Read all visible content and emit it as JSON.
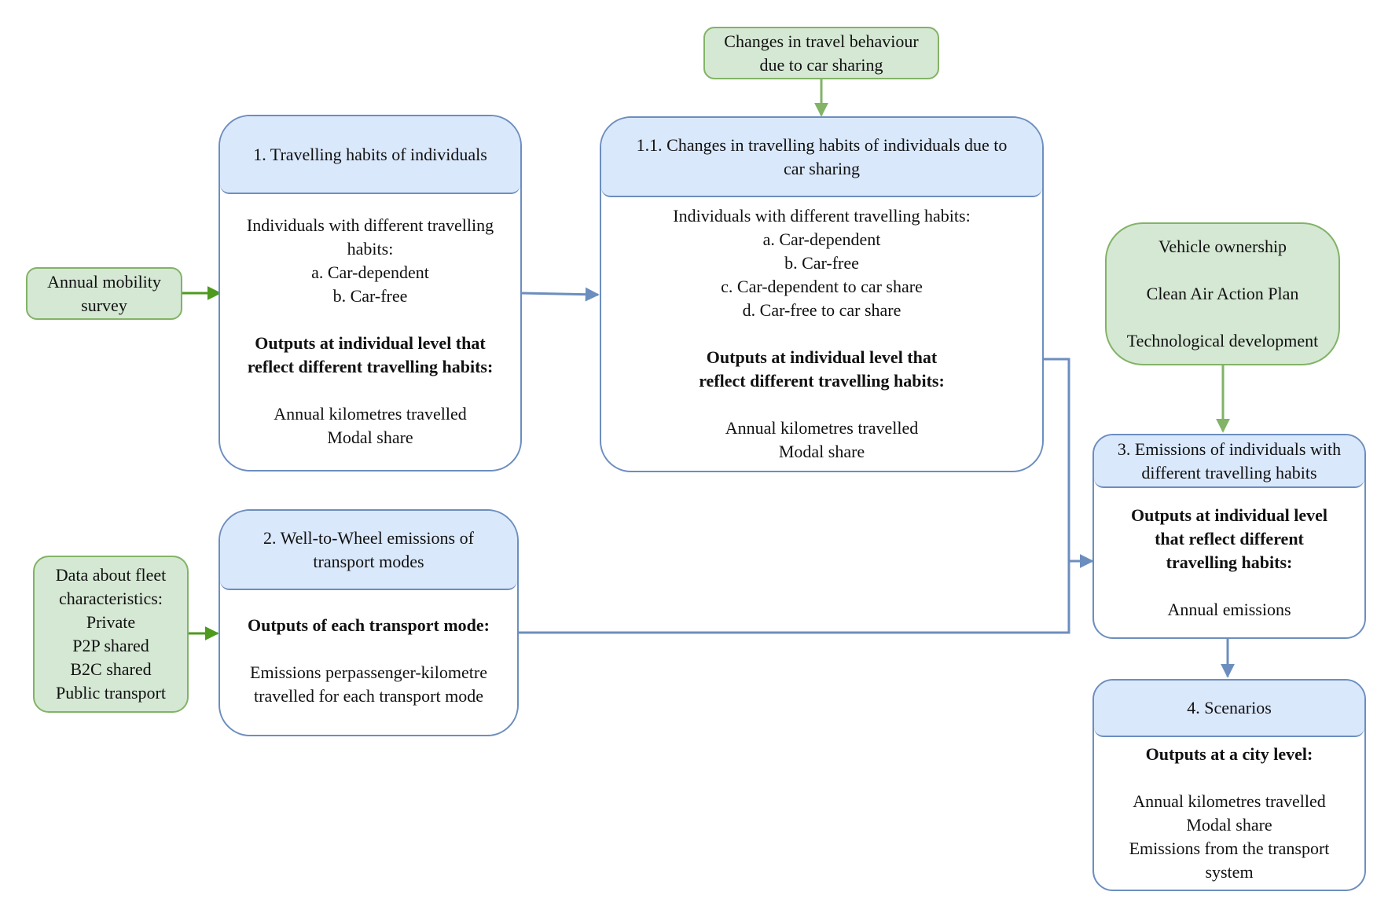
{
  "colors": {
    "green_fill": "#d5e8d4",
    "green_stroke": "#82b366",
    "blue_fill": "#dae8fc",
    "blue_stroke": "#6c8ebf"
  },
  "inputs": {
    "annual_mobility_survey": [
      "Annual mobility",
      "survey"
    ],
    "changes_travel_behaviour": [
      "Changes in travel behaviour",
      "due to car sharing"
    ],
    "external_factors": [
      "Vehicle ownership",
      "Clean Air Action Plan",
      "Technological development"
    ],
    "fleet_data": [
      "Data about fleet",
      "characteristics:",
      "Private",
      "P2P shared",
      "B2C shared",
      "Public transport"
    ]
  },
  "boxes": {
    "travelling_habits": {
      "title": "1. Travelling habits of individuals",
      "list": [
        "Individuals with different travelling",
        "habits:",
        "a. Car-dependent",
        "b. Car-free"
      ],
      "outputs_label": [
        "Outputs at individual level that",
        "reflect different travelling habits:"
      ],
      "outputs": [
        "Annual kilometres travelled",
        "Modal share"
      ]
    },
    "changes_habits": {
      "title": [
        "1.1. Changes in travelling habits of individuals due to",
        "car sharing"
      ],
      "list": [
        "Individuals with different travelling habits:",
        "a. Car-dependent",
        "b. Car-free",
        "c. Car-dependent to car share",
        "d. Car-free to car share"
      ],
      "outputs_label": [
        "Outputs at individual level that",
        "reflect different travelling habits:"
      ],
      "outputs": [
        "Annual kilometres travelled",
        "Modal share"
      ]
    },
    "wtw_emissions": {
      "title": [
        "2. Well-to-Wheel emissions of",
        "transport modes"
      ],
      "outputs_label": "Outputs of each transport mode:",
      "outputs": [
        "Emissions perpassenger-kilometre",
        "travelled for each transport mode"
      ]
    },
    "emissions_individuals": {
      "title": [
        "3. Emissions of individuals with",
        "different travelling habits"
      ],
      "outputs_label": [
        "Outputs at individual level",
        "that reflect different",
        "travelling habits:"
      ],
      "outputs": [
        "Annual emissions"
      ]
    },
    "scenarios": {
      "title": "4. Scenarios",
      "outputs_label": "Outputs at a city level:",
      "outputs": [
        "Annual kilometres travelled",
        "Modal share",
        "Emissions from the transport",
        "system"
      ]
    }
  }
}
